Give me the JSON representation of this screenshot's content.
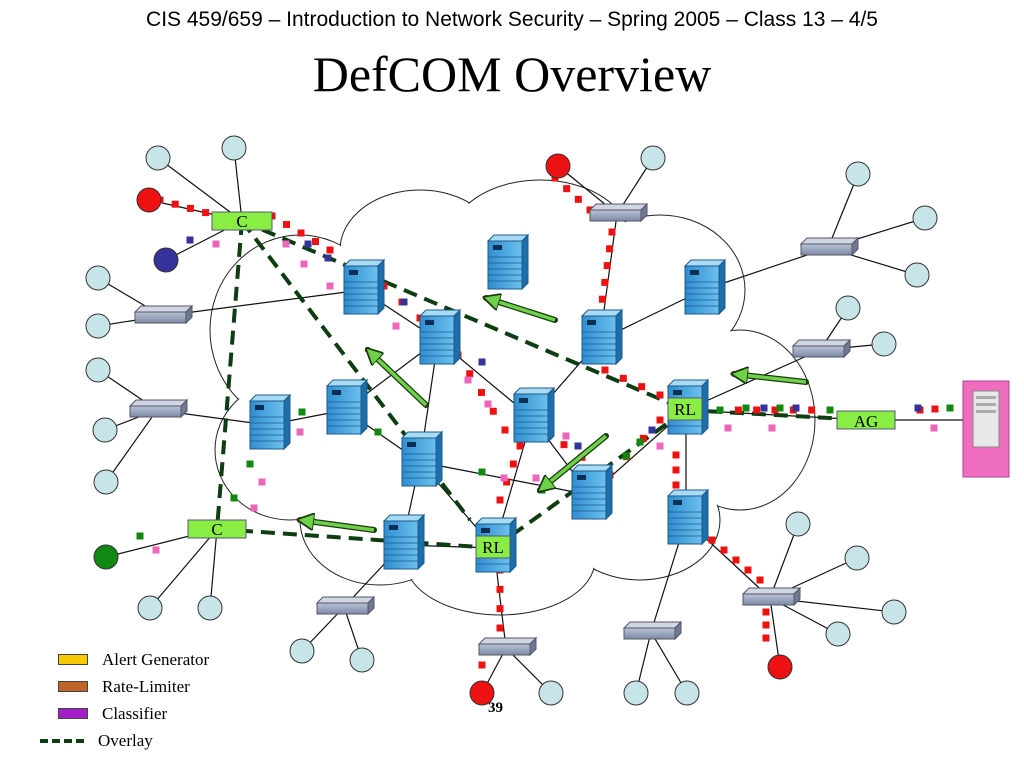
{
  "header": "CIS 459/659 – Introduction to Network Security – Spring 2005 – Class 13 – 4/5",
  "title": "DefCOM Overview",
  "node_labels": {
    "classifier": "C",
    "rate_limiter": "RL",
    "alert_generator": "AG"
  },
  "legend": [
    {
      "label": "Alert Generator",
      "color": "#f7c800"
    },
    {
      "label": "Rate-Limiter",
      "color": "#c0652a"
    },
    {
      "label": "Classifier",
      "color": "#a21fc9"
    },
    {
      "label": "Overlay",
      "style": "dashed",
      "color": "#0e3d12"
    }
  ],
  "page_number": "39",
  "colors": {
    "attack_packet": "#ee1111",
    "legit_packet": "#118811",
    "marked_packet": "#333399",
    "pink_packet": "#ee66bb",
    "label_box": "#88ee44",
    "host": "#c7e4e8",
    "router": "#4aa3d8",
    "victim_bg": "#f06ec0"
  }
}
